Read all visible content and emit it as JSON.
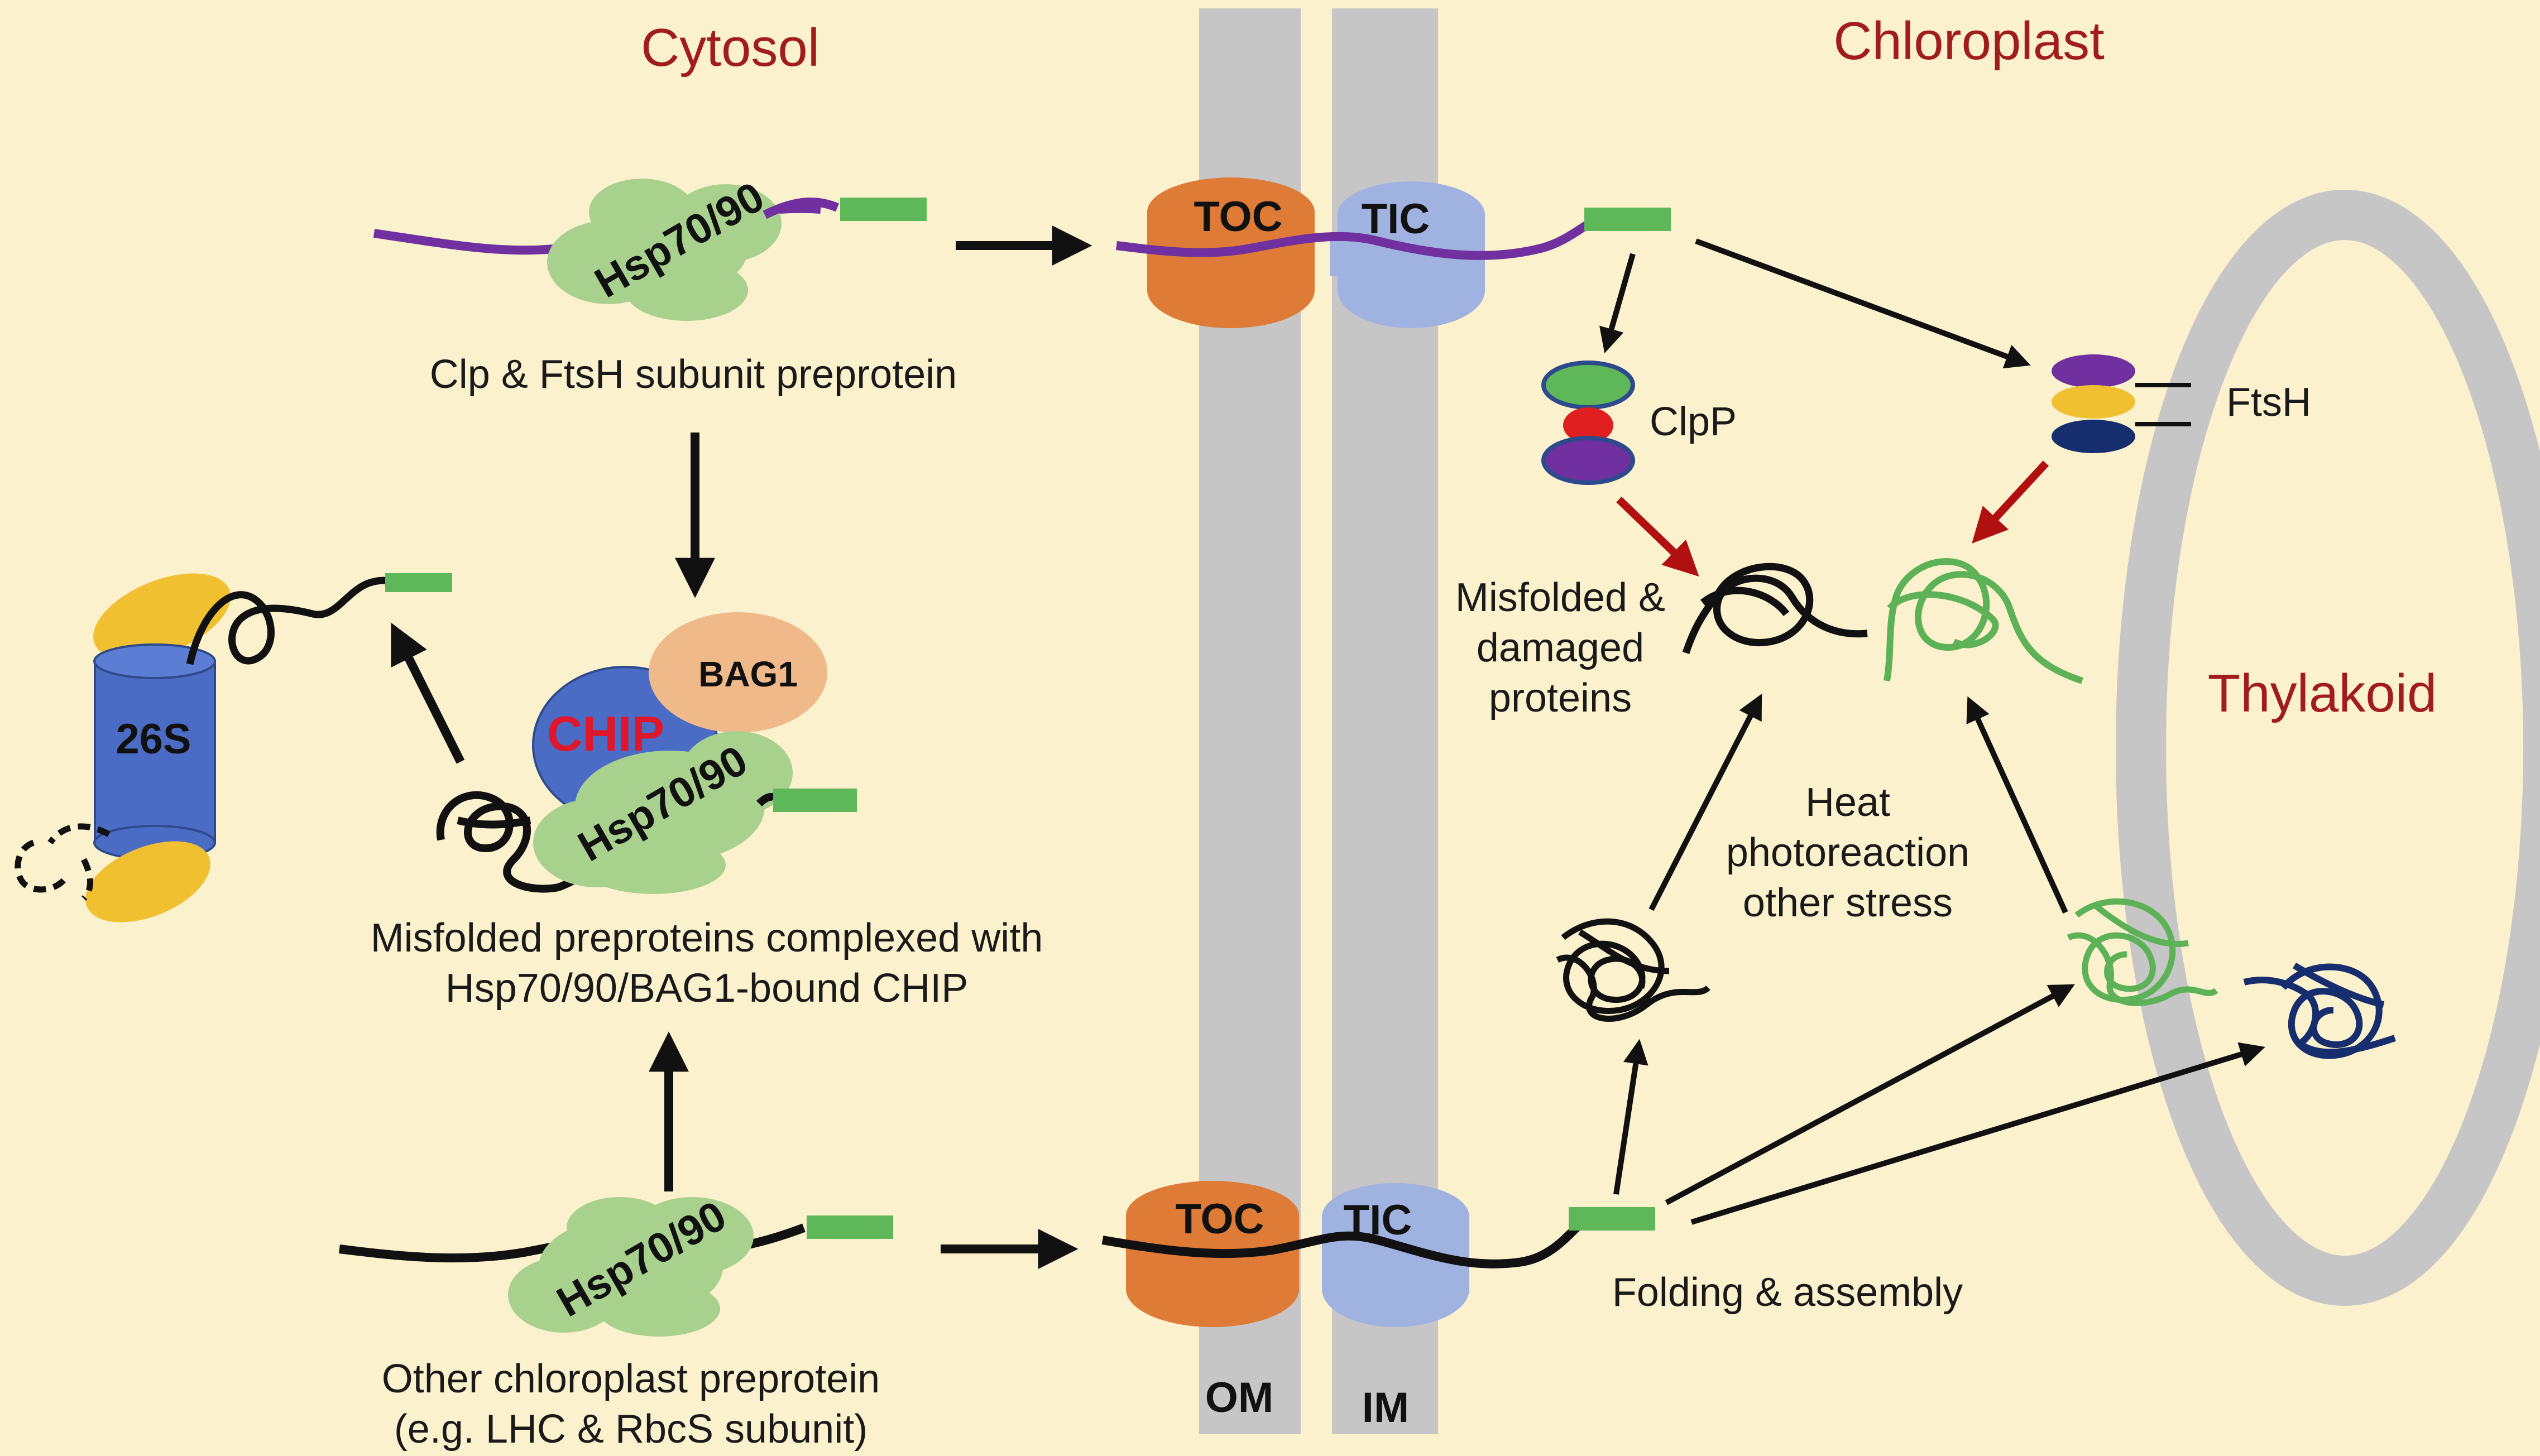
{
  "regions": {
    "cytosol": "Cytosol",
    "chloroplast": "Chloroplast",
    "thylakoid": "Thylakoid"
  },
  "membranes": {
    "outer": "OM",
    "inner": "IM"
  },
  "complexes": {
    "toc": "TOC",
    "tic": "TIC",
    "hsp": "Hsp70/90",
    "bag1": "BAG1",
    "chip": "CHIP",
    "proteasome": "26S",
    "clpp": "ClpP",
    "ftsh": "FtsH"
  },
  "captions": {
    "clp_preprotein": "Clp & FtsH subunit preprotein",
    "misfolded_line1": "Misfolded preproteins complexed with",
    "misfolded_line2": "Hsp70/90/BAG1-bound CHIP",
    "other_line1": "Other chloroplast preprotein",
    "other_line2": "(e.g. LHC & RbcS subunit)",
    "damaged_line1": "Misfolded &",
    "damaged_line2": "damaged",
    "damaged_line3": "proteins",
    "stress_line1": "Heat",
    "stress_line2": "photoreaction",
    "stress_line3": "other stress",
    "folding": "Folding & assembly"
  },
  "colors": {
    "background": "#FBF1CD",
    "membrane": "#C6C6C6",
    "toc": "#DD7B37",
    "tic": "#9FB2E0",
    "hsp": "#A9D18E",
    "transit_peptide": "#5EB85A",
    "clp_ftsh_chain": "#7030A0",
    "proteasome": "#4A6CC4",
    "proteasome_cap": "#F0C030",
    "chip": "#4A6CC4",
    "bag1": "#F0B98A",
    "region_label": "#A11C1C",
    "arrow": "#111111",
    "degradation_arrow": "#B01010",
    "green_protein": "#5DB156",
    "navy_protein": "#172E6E"
  }
}
